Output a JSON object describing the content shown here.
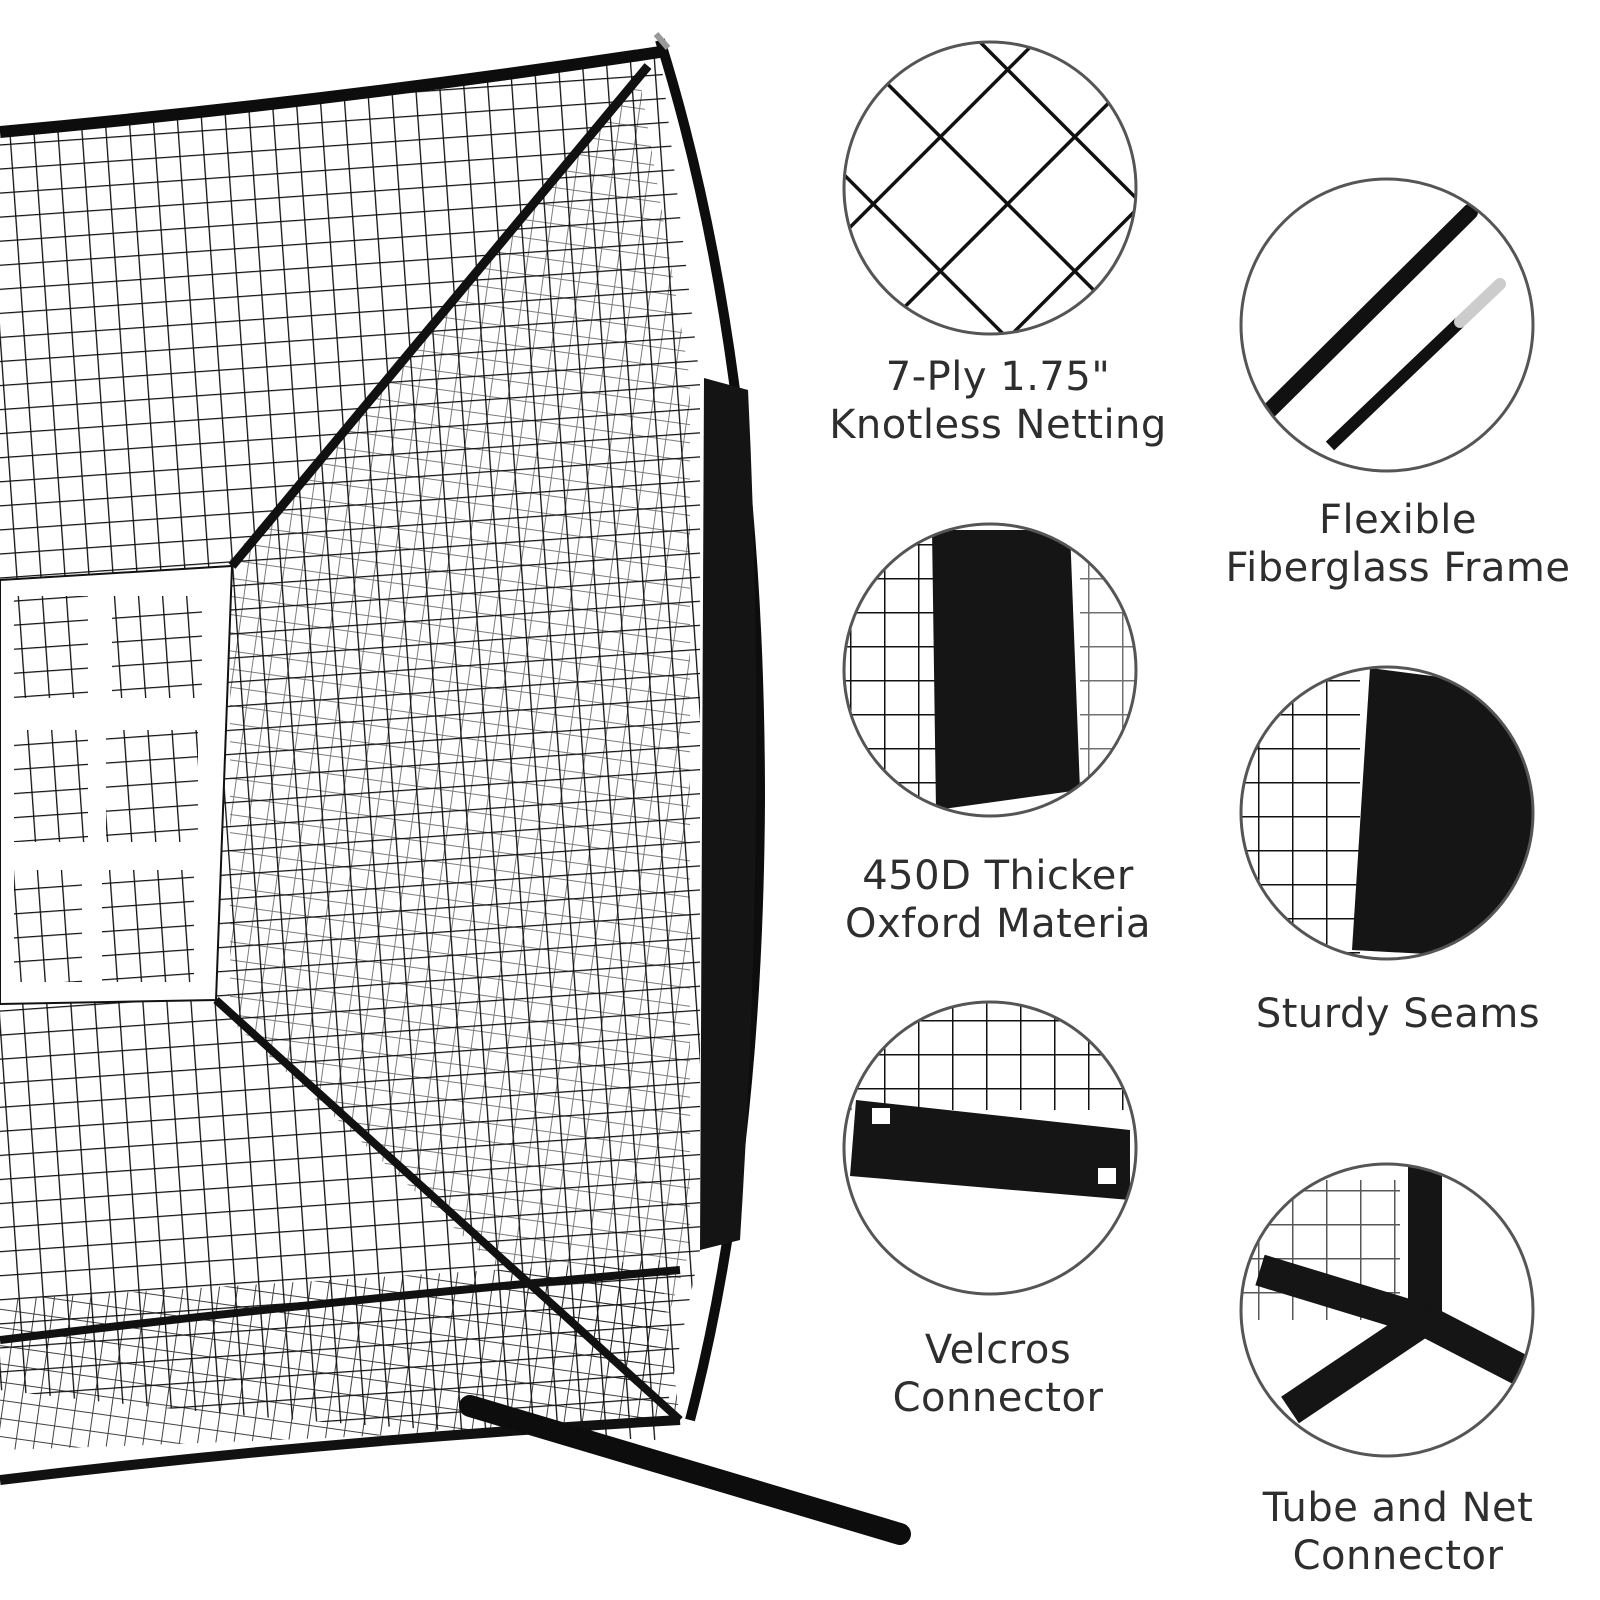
{
  "features": [
    {
      "id": "netting",
      "line1": "7-Ply 1.75\"",
      "line2": "Knotless Netting",
      "icon": "knotless-netting-detail"
    },
    {
      "id": "frame",
      "line1": "Flexible",
      "line2": "Fiberglass Frame",
      "icon": "fiberglass-pole-detail"
    },
    {
      "id": "oxford",
      "line1": "450D Thicker",
      "line2": "Oxford Materia",
      "icon": "oxford-sleeve-detail"
    },
    {
      "id": "seams",
      "line1": "Sturdy Seams",
      "line2": "",
      "icon": "seam-detail"
    },
    {
      "id": "velcro",
      "line1": "Velcros",
      "line2": "Connector",
      "icon": "velcro-strap-detail"
    },
    {
      "id": "tube",
      "line1": "Tube and Net",
      "line2": "Connector",
      "icon": "tube-connector-detail"
    }
  ],
  "colors": {
    "background": "#ffffff",
    "net": "#111111",
    "frame": "#0d0d0d",
    "target_panel": "#ffffff",
    "circle_outline": "#555555",
    "caption_text": "#2e2e2e"
  }
}
